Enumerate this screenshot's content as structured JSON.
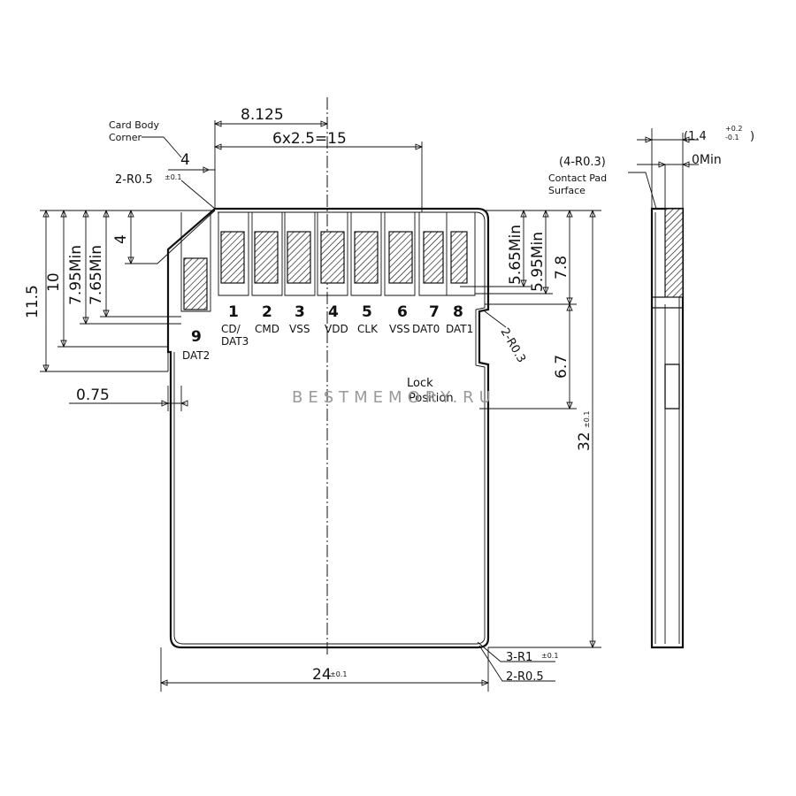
{
  "front": {
    "pins": [
      {
        "num": "1",
        "name": "CD/",
        "name2": "DAT3"
      },
      {
        "num": "2",
        "name": "CMD"
      },
      {
        "num": "3",
        "name": "VSS"
      },
      {
        "num": "4",
        "name": "VDD"
      },
      {
        "num": "5",
        "name": "CLK"
      },
      {
        "num": "6",
        "name": "VSS"
      },
      {
        "num": "7",
        "name": "DAT0"
      },
      {
        "num": "8",
        "name": "DAT1"
      },
      {
        "num": "9",
        "name": "DAT2"
      }
    ],
    "dims": {
      "d_8125": "8.125",
      "d_pitch": "6x2.5=15",
      "d_4_top": "4",
      "d_r05_top": "2-R0.5",
      "d_r05_top_tol": "±0.1",
      "d_115": "11.5",
      "d_10": "10",
      "d_795": "7.95Min",
      "d_765": "7.65Min",
      "d_4_left": "4",
      "d_075": "0.75",
      "d_565": "5.65Min",
      "d_595": "5.95Min",
      "d_78": "7.8",
      "d_r03": "2-R0.3",
      "d_67": "6.7",
      "d_32": "32",
      "d_32_tol": "±0.1",
      "d_24": "24",
      "d_24_tol": "±0.1",
      "d_r1": "3-R1",
      "d_r1_tol": "±0.1",
      "d_r05_bot": "2-R0.5"
    },
    "notes": {
      "corner_l1": "Card Body",
      "corner_l2": "Corner",
      "lock_l1": "Lock",
      "lock_l2": "Position"
    }
  },
  "side": {
    "d_thick": "(1.4",
    "d_thick_tol_hi": "+0.2",
    "d_thick_tol_lo": "-0.1",
    "d_thick_close": ")",
    "d_r03": "(4-R0.3)",
    "d_0min": "0Min",
    "note_l1": "Contact Pad",
    "note_l2": "Surface"
  },
  "watermark": "BESTMEMORY.RU"
}
